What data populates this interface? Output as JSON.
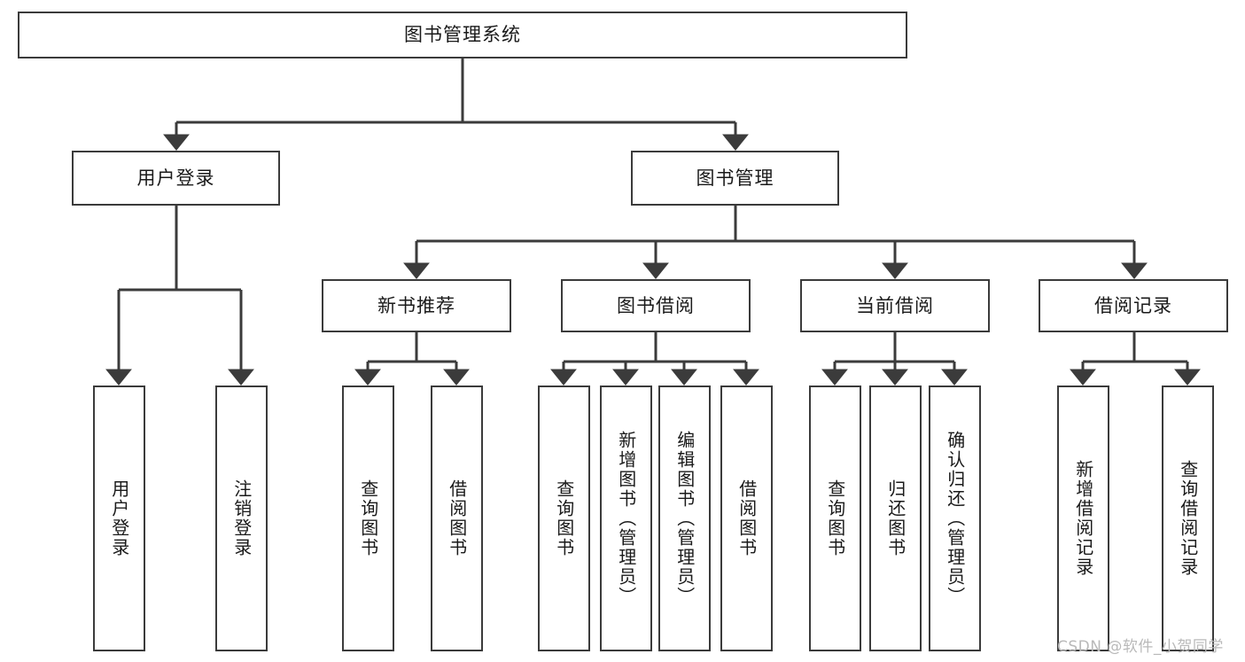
{
  "diagram": {
    "type": "tree",
    "title": "图书管理系统",
    "colors": {
      "box_border": "#3b3b3b",
      "box_fill": "#ffffff",
      "connector": "#3b3b3b",
      "text": "#1a1a1a",
      "watermark": "#b9b9b9",
      "background": "#ffffff"
    },
    "nodes": {
      "root": {
        "label": "图书管理系统"
      },
      "level1": [
        {
          "id": "user-login",
          "label": "用户登录"
        },
        {
          "id": "book-manage",
          "label": "图书管理"
        }
      ],
      "level2": [
        {
          "id": "new-book-recommend",
          "label": "新书推荐"
        },
        {
          "id": "book-borrow",
          "label": "图书借阅"
        },
        {
          "id": "current-borrow",
          "label": "当前借阅"
        },
        {
          "id": "borrow-record",
          "label": "借阅记录"
        }
      ],
      "leaves": [
        {
          "id": "leaf-user-login",
          "label": "用户登录"
        },
        {
          "id": "leaf-logout",
          "label": "注销登录"
        },
        {
          "id": "leaf-query-book-1",
          "label": "查询图书"
        },
        {
          "id": "leaf-borrow-book-1",
          "label": "借阅图书"
        },
        {
          "id": "leaf-query-book-2",
          "label": "查询图书"
        },
        {
          "id": "leaf-add-book",
          "label": "新增图书（管理员）"
        },
        {
          "id": "leaf-edit-book",
          "label": "编辑图书（管理员）"
        },
        {
          "id": "leaf-borrow-book-2",
          "label": "借阅图书"
        },
        {
          "id": "leaf-query-book-3",
          "label": "查询图书"
        },
        {
          "id": "leaf-return-book",
          "label": "归还图书"
        },
        {
          "id": "leaf-confirm-return",
          "label": "确认归还（管理员）"
        },
        {
          "id": "leaf-add-record",
          "label": "新增借阅记录"
        },
        {
          "id": "leaf-query-record",
          "label": "查询借阅记录"
        }
      ]
    },
    "watermark": "CSDN @软件_小贺同学"
  }
}
